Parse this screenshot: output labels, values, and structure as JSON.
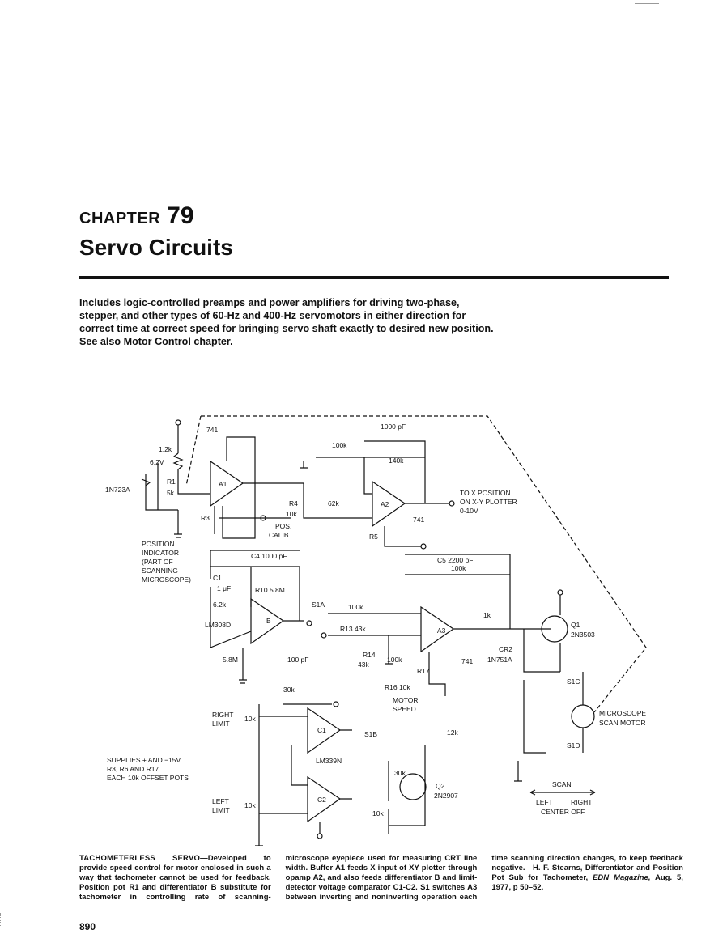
{
  "chapter": {
    "label": "CHAPTER",
    "number": "79",
    "title": "Servo Circuits",
    "intro": "Includes logic-controlled preamps and power amplifiers for driving two-phase, stepper, and other types of 60-Hz and 400-Hz servomotors in either direction for correct time at correct speed for bringing servo shaft exactly to desired new position. See also Motor Control chapter."
  },
  "schematic": {
    "labels": {
      "a741_top": "741",
      "c1000pf": "1000 pF",
      "r100k_a": "100k",
      "r140k": "140k",
      "r1_2k": "1.2k",
      "v6_2": "6.2V",
      "d1n723": "1N723A",
      "r1": "R1",
      "r1v": "5k",
      "a1": "A1",
      "a2": "A2",
      "r4": "R4",
      "r4v": "10k",
      "r62k": "62k",
      "r3": "R3",
      "pos_calib": "POS.",
      "pos_calib2": "CALIB.",
      "a741_2": "741",
      "r5": "R5",
      "to_x1": "TO X POSITION",
      "to_x2": "ON X-Y PLOTTER",
      "to_x3": "0-10V",
      "pos_ind1": "POSITION",
      "pos_ind2": "INDICATOR",
      "pos_ind3": "(PART OF",
      "pos_ind4": "SCANNING",
      "pos_ind5": "MICROSCOPE)",
      "c4": "C4 1000 pF",
      "c5": "C5 2200 pF",
      "c1": "C1",
      "c1v": "1 μF",
      "r10": "R10 5.8M",
      "r6_2k": "6.2k",
      "lm308": "LM308D",
      "b": "B",
      "r5_8m": "5.8M",
      "c100pf": "100 pF",
      "s1a": "S1A",
      "r100k_b": "100k",
      "r13": "R13 43k",
      "r14": "R14",
      "r14v": "43k",
      "r100k_c": "100k",
      "r100k_d": "100k",
      "a3": "A3",
      "a741_3": "741",
      "r17": "R17",
      "r16": "R16 10k",
      "motor1": "MOTOR",
      "motor2": "SPEED",
      "r1k": "1k",
      "cr2": "CR2",
      "d1n751": "1N751A",
      "q1": "Q1",
      "q1v": "2N3503",
      "s1c": "S1C",
      "s1d": "S1D",
      "mic1": "MICROSCOPE",
      "mic2": "SCAN MOTOR",
      "r30k_a": "30k",
      "right1": "RIGHT",
      "right2": "LIMIT",
      "r10k_a": "10k",
      "c1cmp": "C1",
      "s1b": "S1B",
      "lm339": "LM339N",
      "c2cmp": "C2",
      "r12k": "12k",
      "r30k_b": "30k",
      "q2": "Q2",
      "q2v": "2N2907",
      "r10k_b": "10k",
      "left1": "LEFT",
      "left2": "LIMIT",
      "r10k_c": "10k",
      "sup1": "SUPPLIES + AND −15V",
      "sup2": "R3, R6 AND R17",
      "sup3": "EACH 10k OFFSET POTS",
      "scan": "SCAN",
      "scan_l": "LEFT",
      "scan_r": "RIGHT",
      "scan_c": "CENTER OFF"
    }
  },
  "caption": {
    "lead": "TACHOMETERLESS SERVO—",
    "body": "Developed to provide speed control for motor enclosed in such a way that tachometer cannot be used for feedback. Position pot R1 and differentiator B substitute for tachometer in controlling rate of scanning-microscope eyepiece used for measuring CRT line width. Buffer A1 feeds X input of XY plotter through opamp A2, and also feeds differentiator B and limit-detector voltage comparator C1-C2. S1 switches A3 between inverting and noninverting operation each time scanning direction changes, to keep feedback negative.—H. F. Stearns, Differentiator and Position Pot Sub for Tachometer, ",
    "journal": "EDN Magazine,",
    "citation": " Aug. 5, 1977, p 50–52."
  },
  "page_number": "890"
}
